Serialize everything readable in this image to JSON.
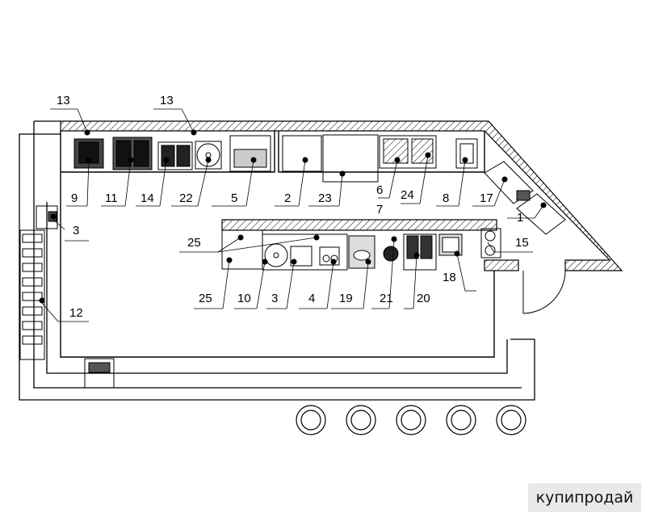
{
  "callouts": [
    {
      "id": "c13a",
      "text": "13"
    },
    {
      "id": "c13b",
      "text": "13"
    },
    {
      "id": "c9",
      "text": "9"
    },
    {
      "id": "c11",
      "text": "11"
    },
    {
      "id": "c14",
      "text": "14"
    },
    {
      "id": "c22",
      "text": "22"
    },
    {
      "id": "c5",
      "text": "5"
    },
    {
      "id": "c2",
      "text": "2"
    },
    {
      "id": "c23",
      "text": "23"
    },
    {
      "id": "c6",
      "text": "6"
    },
    {
      "id": "c24",
      "text": "24"
    },
    {
      "id": "c8",
      "text": "8"
    },
    {
      "id": "c17",
      "text": "17"
    },
    {
      "id": "c7",
      "text": "7"
    },
    {
      "id": "c1",
      "text": "1"
    },
    {
      "id": "c3a",
      "text": "3"
    },
    {
      "id": "c25a",
      "text": "25"
    },
    {
      "id": "c15",
      "text": "15"
    },
    {
      "id": "c18",
      "text": "18"
    },
    {
      "id": "c12",
      "text": "12"
    },
    {
      "id": "c25b",
      "text": "25"
    },
    {
      "id": "c10",
      "text": "10"
    },
    {
      "id": "c3b",
      "text": "3"
    },
    {
      "id": "c4",
      "text": "4"
    },
    {
      "id": "c19",
      "text": "19"
    },
    {
      "id": "c21",
      "text": "21"
    },
    {
      "id": "c20",
      "text": "20"
    }
  ],
  "watermark": "купипродай"
}
